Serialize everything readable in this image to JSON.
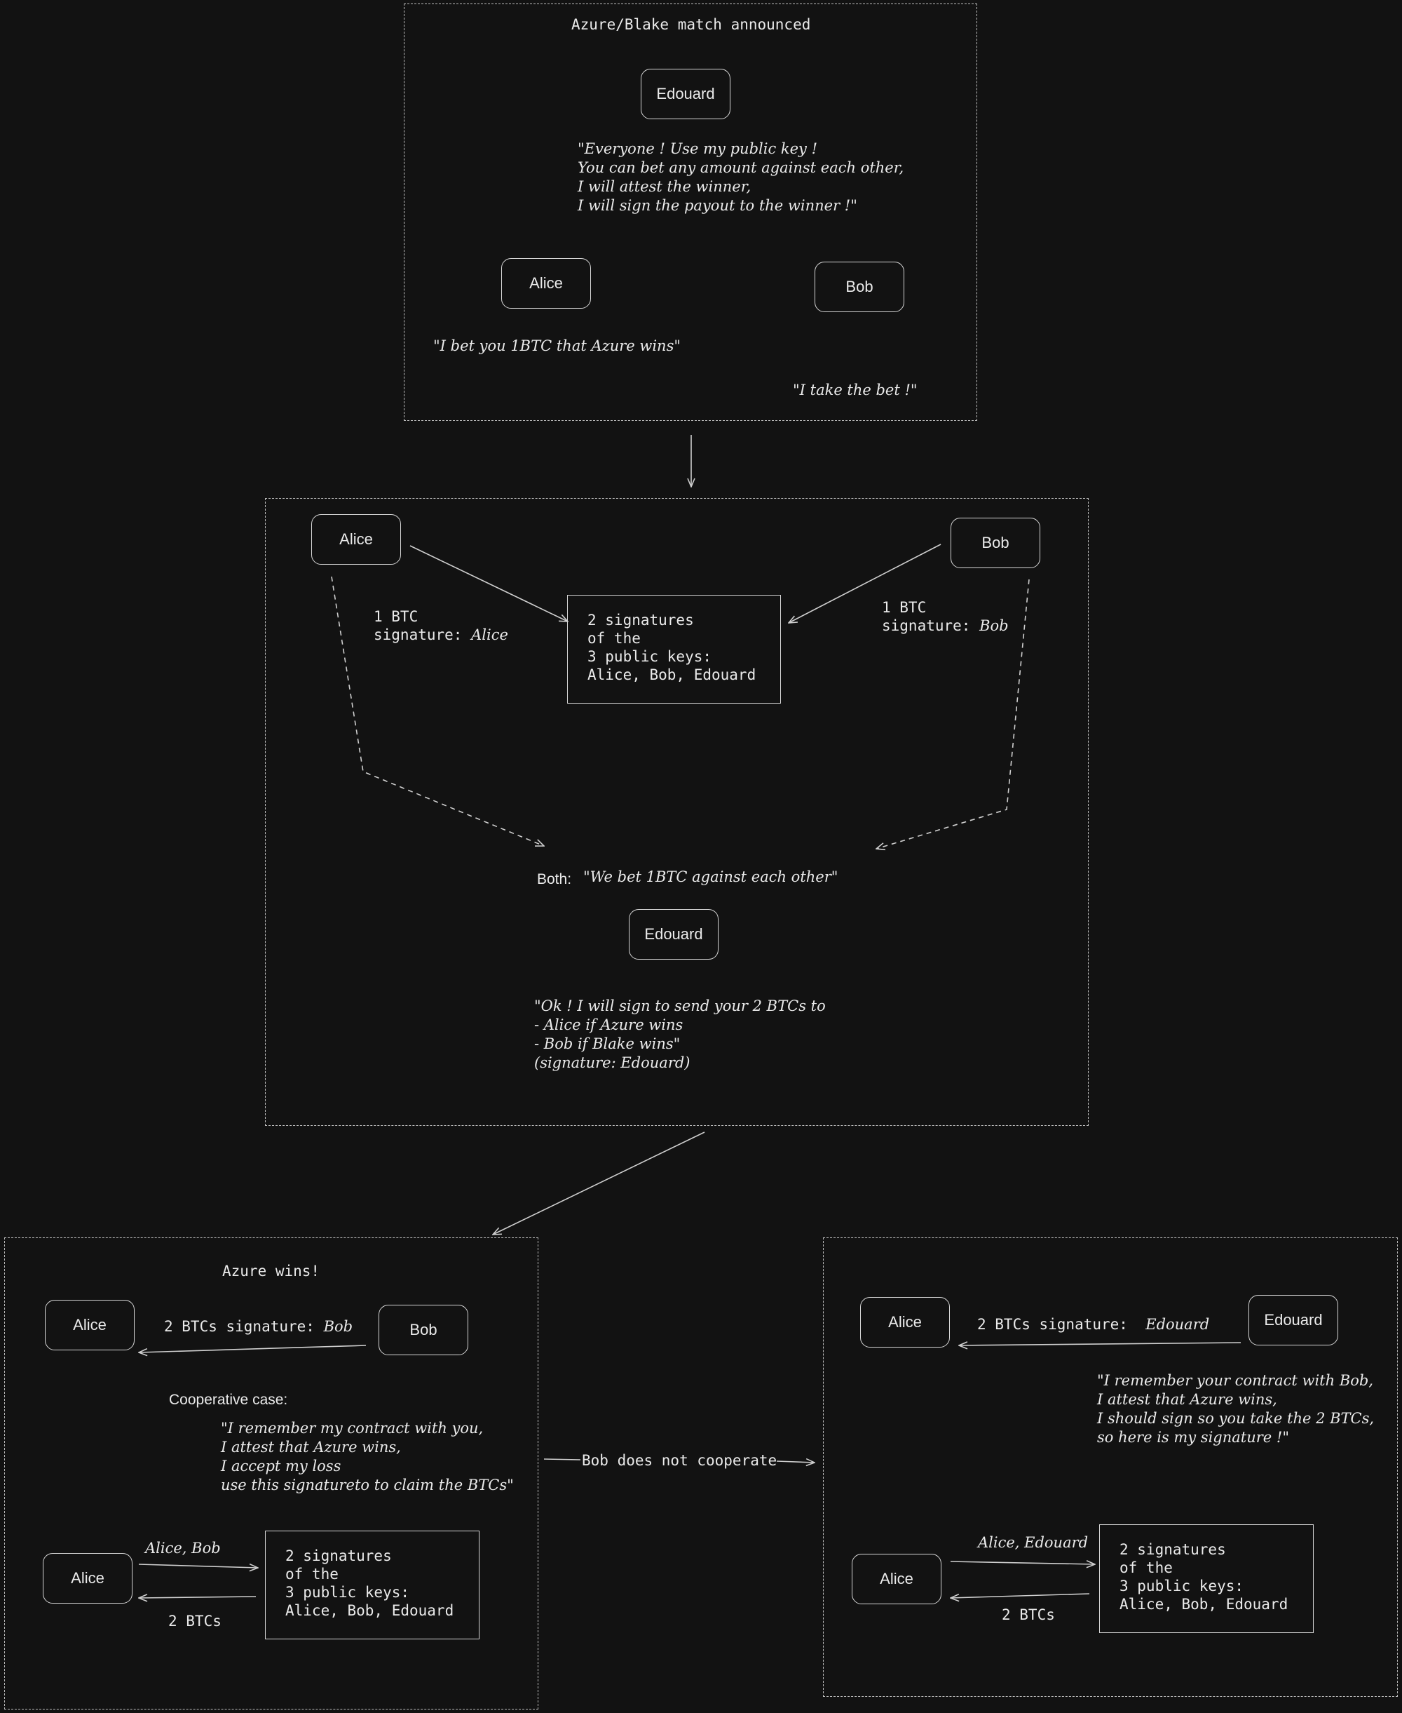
{
  "panel1": {
    "title": "Azure/Blake match announced",
    "edouard": "Edouard",
    "edouard_quote": "\"Everyone ! Use my public key !\nYou can bet any amount against each other,\nI will attest the winner,\nI will sign the payout to the winner !\"",
    "alice": "Alice",
    "bob": "Bob",
    "alice_quote": "\"I bet you 1BTC that Azure wins\"",
    "bob_quote": "\"I take the bet !\""
  },
  "panel2": {
    "alice": "Alice",
    "bob": "Bob",
    "multisig": "2 signatures\nof the\n3 public keys:\nAlice, Bob, Edouard",
    "alice_amount": "1 BTC",
    "alice_sig_label": "signature:",
    "alice_sig_name": "Alice",
    "bob_amount": "1 BTC",
    "bob_sig_label": "signature:",
    "bob_sig_name": "Bob",
    "both_label": "Both:",
    "both_quote": "\"We bet 1BTC against each other\"",
    "edouard": "Edouard",
    "edouard_quote": "\"Ok ! I will sign to send your 2 BTCs to\n- Alice if Azure wins\n- Bob if Blake wins\"\n(signature: Edouard)"
  },
  "panel3": {
    "title": "Azure wins!",
    "alice": "Alice",
    "bob": "Bob",
    "payment_label": "2 BTCs signature:",
    "payment_signer": "Bob",
    "case_label": "Cooperative case:",
    "bob_quote": "\"I remember my contract with you,\nI attest that Azure wins,\nI accept my loss\nuse this signatureto to claim the BTCs\"",
    "alice2": "Alice",
    "to_box_label": "Alice, Bob",
    "multisig": "2 signatures\nof the\n3 public keys:\nAlice, Bob, Edouard",
    "from_box_label": "2 BTCs"
  },
  "transition_label": "Bob does not cooperate",
  "panel4": {
    "alice": "Alice",
    "edouard": "Edouard",
    "payment_label": "2 BTCs signature:",
    "payment_signer": "Edouard",
    "edouard_quote": "\"I remember your contract with Bob,\nI attest that Azure wins,\nI should sign so you take the 2 BTCs,\nso here is my signature !\"",
    "alice2": "Alice",
    "to_box_label": "Alice, Edouard",
    "multisig": "2 signatures\nof the\n3 public keys:\nAlice, Bob, Edouard",
    "from_box_label": "2 BTCs"
  }
}
